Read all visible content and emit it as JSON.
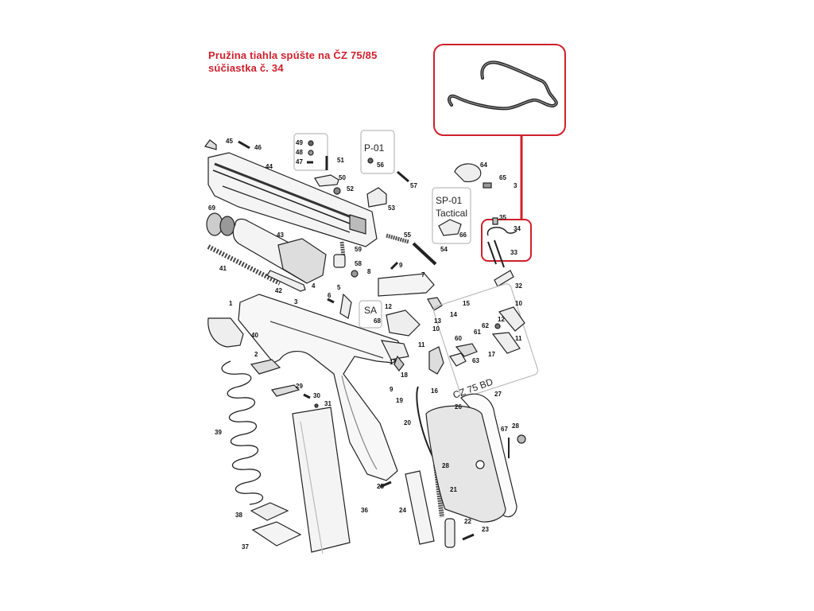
{
  "title": {
    "line1": "Pružina tiahla spúšte na ČZ 75/85",
    "line2": "súčiastka č. 34"
  },
  "colors": {
    "highlight": "#d0202c",
    "line": "#222222",
    "background": "#ffffff"
  },
  "group_labels": {
    "p01": "P-01",
    "sp01_line1": "SP-01",
    "sp01_line2": "Tactical",
    "sa": "SA",
    "cz75bd": "CZ 75 BD"
  },
  "highlighted_part": "34",
  "part_numbers": [
    "1",
    "2",
    "3",
    "4",
    "5",
    "6",
    "7",
    "8",
    "9",
    "10",
    "11",
    "12",
    "13",
    "14",
    "15",
    "16",
    "17",
    "18",
    "19",
    "20",
    "21",
    "22",
    "23",
    "24",
    "25",
    "26",
    "27",
    "28",
    "29",
    "30",
    "31",
    "32",
    "33",
    "34",
    "35",
    "36",
    "37",
    "38",
    "39",
    "40",
    "41",
    "42",
    "43",
    "44",
    "45",
    "46",
    "47",
    "48",
    "49",
    "50",
    "51",
    "52",
    "53",
    "54",
    "55",
    "56",
    "57",
    "58",
    "59",
    "60",
    "61",
    "62",
    "63",
    "64",
    "65",
    "66",
    "67",
    "68",
    "69"
  ]
}
